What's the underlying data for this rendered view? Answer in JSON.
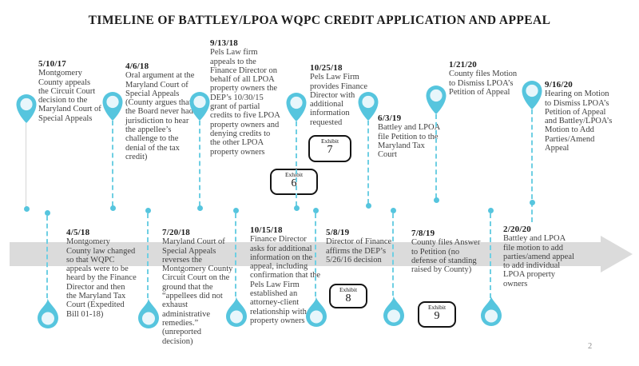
{
  "title": "TIMELINE OF BATTLEY/LPOA WQPC CREDIT APPLICATION AND APPEAL",
  "page_number": "2",
  "colors": {
    "accent_cyan": "#56c5de",
    "marker_fill": "#e8f6fb",
    "arrow_gray": "#dbdbdb",
    "body_text": "#3f3f3f",
    "heading_text": "#1c1c1c"
  },
  "events_top": [
    {
      "date": "5/10/17",
      "text": "Montgomery County appeals the Circuit Court decision to the Maryland Court of Special Appeals"
    },
    {
      "date": "4/6/18",
      "text": "Oral argument at the Maryland Court of Special Appeals (County argues that the Board never had jurisdiction to hear the appellee’s challenge to the denial of the tax credit)"
    },
    {
      "date": "9/13/18",
      "text": "Pels Law firm appeals to the Finance Director on behalf of all LPOA property owners the DEP’s 10/30/15 grant of partial credits to five LPOA property owners and denying credits to the other LPOA property owners",
      "exhibit": {
        "label": "Exhibit",
        "number": "6"
      }
    },
    {
      "date": "10/25/18",
      "text": "Pels Law Firm provides Finance Director with additional information requested",
      "exhibit": {
        "label": "Exhibit",
        "number": "7"
      }
    },
    {
      "date": "6/3/19",
      "text": "Battley and LPOA file Petition to the Maryland Tax Court"
    },
    {
      "date": "1/21/20",
      "text": "County files Motion to Dismiss LPOA’s Petition of Appeal"
    },
    {
      "date": "9/16/20",
      "text": "Hearing on Motion to Dismiss LPOA’s Petition of Appeal and Battley/LPOA’s Motion to Add Parties/Amend Appeal"
    }
  ],
  "events_bottom": [
    {
      "date": "4/5/18",
      "text": "Montgomery County law changed so that WQPC appeals were to be heard by the Finance Director and then the Maryland Tax Court (Expedited Bill 01-18)"
    },
    {
      "date": "7/20/18",
      "text": "Maryland Court of Special Appeals reverses the Montgomery County Circuit Court on the ground that the “appellees did not exhaust administrative remedies.” (unreported decision)"
    },
    {
      "date": "10/15/18",
      "text": "Finance Director asks for additional information on the appeal, including confirmation that the Pels Law Firm established an attorney-client relationship with property owners"
    },
    {
      "date": "5/8/19",
      "text": "Director of Finance affirms the DEP’s 5/26/16 decision",
      "exhibit": {
        "label": "Exhibit",
        "number": "8"
      }
    },
    {
      "date": "7/8/19",
      "text": "County files Answer to Petition (no defense of standing raised by County)",
      "exhibit": {
        "label": "Exhibit",
        "number": "9"
      }
    },
    {
      "date": "2/20/20",
      "text": "Battley and LPOA file motion to add parties/amend appeal to add individual LPOA property owners"
    }
  ]
}
